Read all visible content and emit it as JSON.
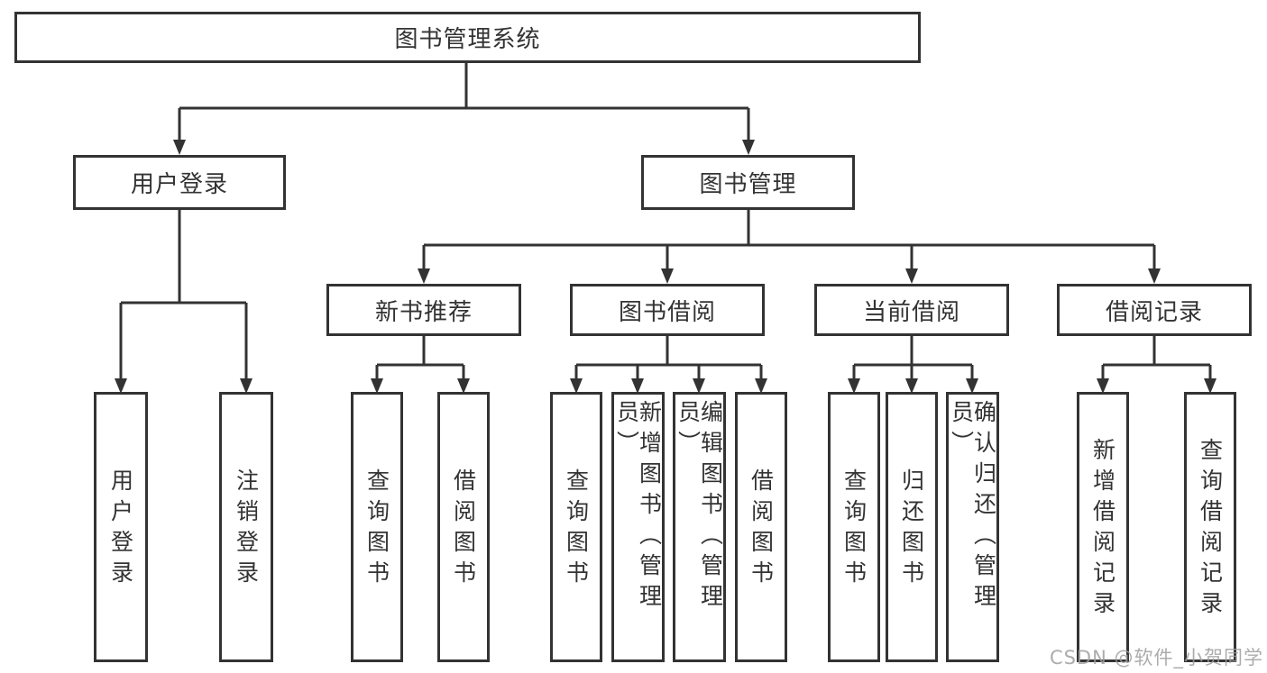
{
  "tree": {
    "root": {
      "label": "图书管理系统"
    },
    "branches": [
      {
        "label": "用户登录",
        "children": [
          {
            "label": "用户登录"
          },
          {
            "label": "注销登录"
          }
        ]
      },
      {
        "label": "图书管理",
        "sections": [
          {
            "label": "新书推荐",
            "children": [
              {
                "label": "查询图书"
              },
              {
                "label": "借阅图书"
              }
            ]
          },
          {
            "label": "图书借阅",
            "children": [
              {
                "label": "查询图书"
              },
              {
                "label": "新增图书（管理员）"
              },
              {
                "label": "编辑图书（管理员）"
              },
              {
                "label": "借阅图书"
              }
            ]
          },
          {
            "label": "当前借阅",
            "children": [
              {
                "label": "查询图书"
              },
              {
                "label": "归还图书"
              },
              {
                "label": "确认归还（管理员）"
              }
            ]
          },
          {
            "label": "借阅记录",
            "children": [
              {
                "label": "新增借阅记录"
              },
              {
                "label": "查询借阅记录"
              }
            ]
          }
        ]
      }
    ]
  },
  "watermark": "CSDN @软件_小贺同学",
  "colors": {
    "line": "#333333",
    "border": "#333333",
    "text": "#333333",
    "watermark": "#9e9e9e",
    "background": "#ffffff"
  }
}
